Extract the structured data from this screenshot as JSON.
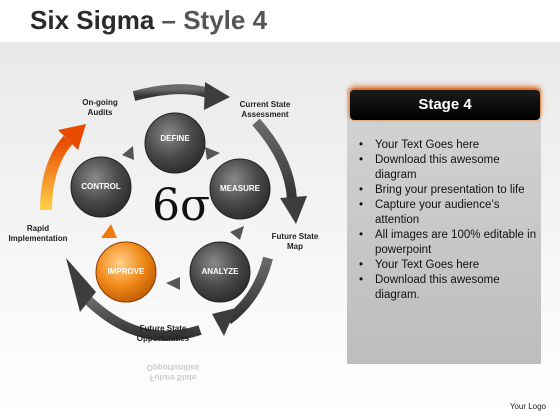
{
  "title": {
    "main": "Six Sigma",
    "sub": "– Style 4"
  },
  "colors": {
    "node_dark": "#444444",
    "node_highlight": "#f18a1a",
    "arrow_gray": "#4a4a4a",
    "accent_orange": "#f07a10"
  },
  "nodes": [
    {
      "label": "DEFINE"
    },
    {
      "label": "MEASURE"
    },
    {
      "label": "ANALYZE"
    },
    {
      "label": "IMPROVE"
    },
    {
      "label": "CONTROL"
    }
  ],
  "outer_labels": {
    "ongoing": [
      "On-going",
      "Audits"
    ],
    "current": [
      "Current State",
      "Assessment"
    ],
    "future_state": [
      "Future State",
      "Map"
    ],
    "future_opp": [
      "Future State",
      "Opportunities"
    ],
    "rapid": [
      "Rapid",
      "Implementation"
    ]
  },
  "center_symbol": "6σ",
  "panel": {
    "header": "Stage 4",
    "bullets": [
      "Your Text Goes here",
      "Download this awesome diagram",
      "Bring your presentation to life",
      "Capture your audience’s attention",
      "All images are 100% editable in powerpoint",
      "Your Text Goes here",
      "Download this awesome diagram."
    ]
  },
  "footer": {
    "logo_text": "Your Logo"
  }
}
